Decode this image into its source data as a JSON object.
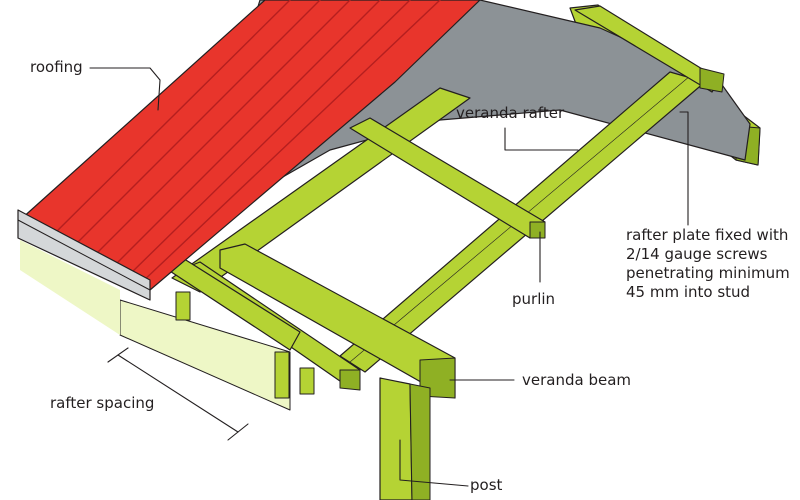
{
  "labels": {
    "roofing": "roofing",
    "veranda_rafter": "veranda rafter",
    "rafter_plate": "rafter plate fixed with\n2/14 gauge screws\npenetrating minimum\n45 mm into stud",
    "purlin": "purlin",
    "veranda_beam": "veranda beam",
    "rafter_spacing": "rafter spacing",
    "post": "post"
  },
  "colors": {
    "timber": "#b5d334",
    "timber_shade": "#8fb024",
    "wall": "#eef7c6",
    "roof_red": "#e8352c",
    "roof_dark": "#b51f1f",
    "flashing": "#8c9296",
    "gutter": "#d4d7d9",
    "outline": "#231f20"
  }
}
